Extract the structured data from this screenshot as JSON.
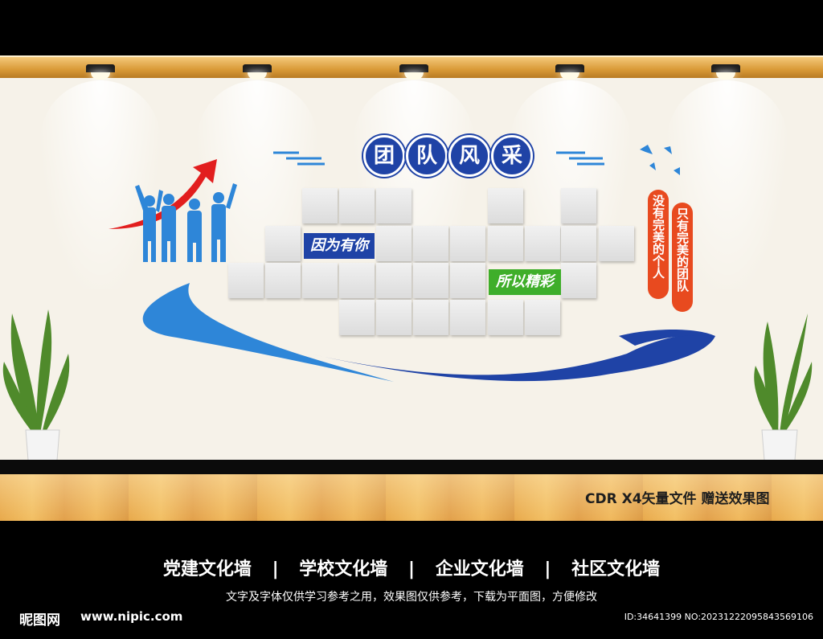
{
  "wall": {
    "title_chars": [
      "团",
      "队",
      "风",
      "采"
    ],
    "slogan_left": "因为有你",
    "slogan_right": "所以精彩",
    "banner_left": "没有完美的个人",
    "banner_right": "只有完美的团队"
  },
  "caption": "CDR X4矢量文件  赠送效果图",
  "footer": {
    "categories": [
      "党建文化墙",
      "学校文化墙",
      "企业文化墙",
      "社区文化墙"
    ],
    "separator": "|",
    "note": "文字及字体仅供学习参考之用，效果图仅供参考，下载为平面图，方便修改",
    "watermark_logo": "昵图网",
    "watermark_url": "www.nipic.com",
    "id_text": "ID:34641399 NO:20231222095843569106"
  },
  "colors": {
    "brand_blue": "#1f43a6",
    "light_blue": "#2e86d8",
    "red": "#e84a1f",
    "green": "#3fae2a",
    "wood": "#e8a94b"
  }
}
